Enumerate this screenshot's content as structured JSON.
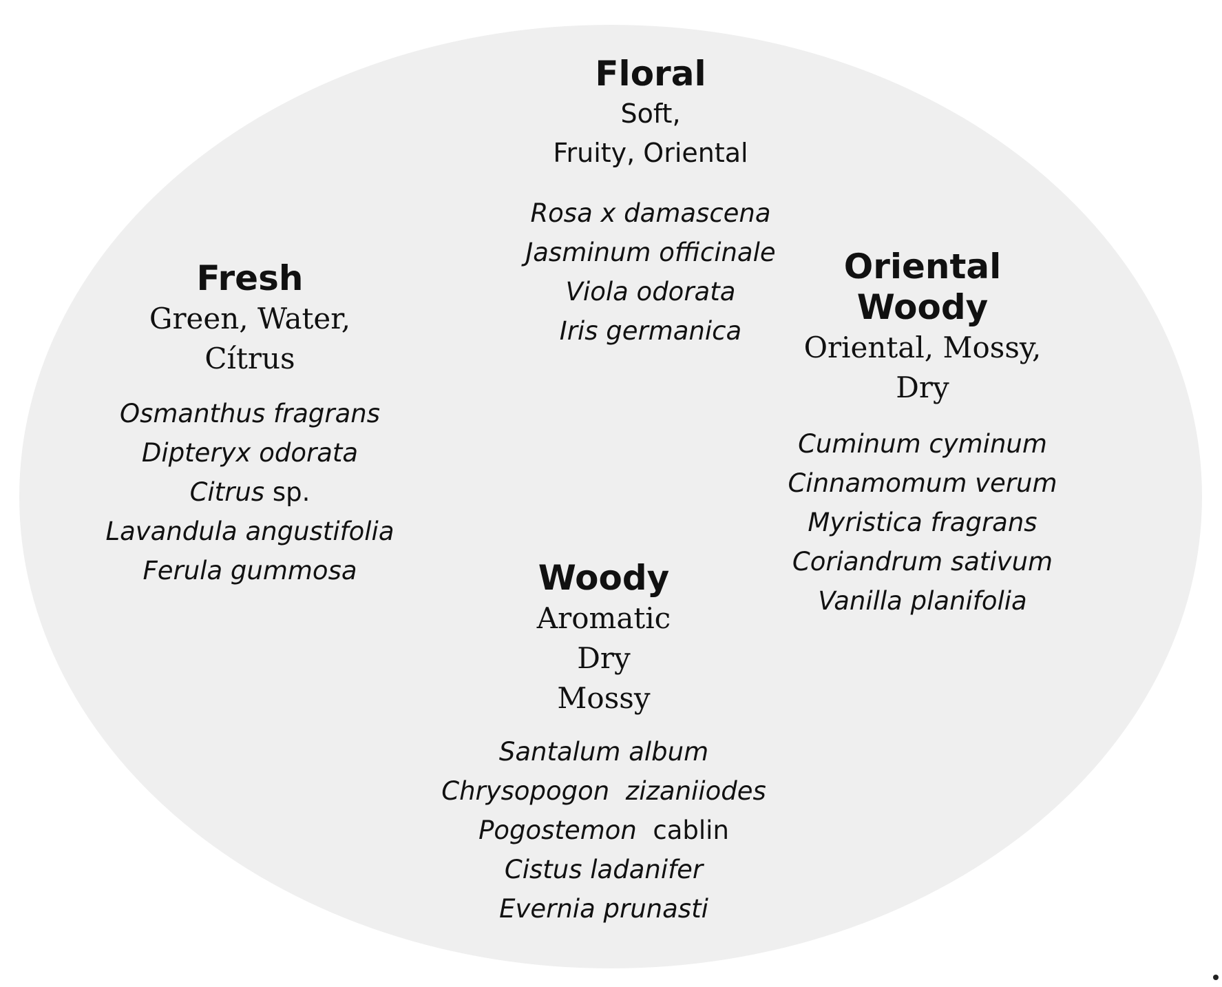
{
  "diagram": {
    "groups": {
      "floral": {
        "title_lines": [
          "Floral"
        ],
        "description_lines": [
          "Soft,",
          "Fruity, Oriental"
        ],
        "species": [
          {
            "genus": "Rosa",
            "rest": "x damascena"
          },
          {
            "genus": "Jasminum",
            "rest": "officinale"
          },
          {
            "genus": "Viola",
            "rest": "odorata"
          },
          {
            "genus": "Iris",
            "rest": "germanica"
          }
        ]
      },
      "fresh": {
        "title_lines": [
          "Fresh"
        ],
        "description_lines": [
          "Green, Water,",
          "Cítrus"
        ],
        "species": [
          {
            "genus": "Osmanthus",
            "rest": "fragrans"
          },
          {
            "genus": "Dipteryx",
            "rest": "odorata"
          },
          {
            "genus": "Citrus",
            "rest": "sp."
          },
          {
            "genus": "Lavandula",
            "rest": "angustifolia"
          },
          {
            "genus": "Ferula",
            "rest": "gummosa"
          }
        ]
      },
      "oriental_woody": {
        "title_lines": [
          "Oriental",
          "Woody"
        ],
        "description_lines": [
          "Oriental, Mossy,",
          "Dry"
        ],
        "species": [
          {
            "genus": "Cuminum",
            "rest": "cyminum"
          },
          {
            "genus": "Cinnamomum",
            "rest": "verum"
          },
          {
            "genus": "Myristica",
            "rest": "fragrans"
          },
          {
            "genus": "Coriandrum",
            "rest": "sativum"
          },
          {
            "genus": "Vanilla",
            "rest": "planifolia"
          }
        ]
      },
      "woody": {
        "title_lines": [
          "Woody"
        ],
        "description_lines": [
          "Aromatic",
          "Dry",
          "Mossy"
        ],
        "species": [
          {
            "genus": "Santalum",
            "rest": "album"
          },
          {
            "genus": "Chrysopogon",
            "rest": "zizaniiodes"
          },
          {
            "genus": "Pogostemon",
            "rest": "cablin"
          },
          {
            "genus": "Cistus",
            "rest": "ladanifer"
          },
          {
            "genus": "Evernia",
            "rest": "prunasti"
          }
        ]
      }
    }
  },
  "colors": {
    "background": "#ffffff",
    "ellipse_fill": "#efefef",
    "text": "#111111"
  }
}
